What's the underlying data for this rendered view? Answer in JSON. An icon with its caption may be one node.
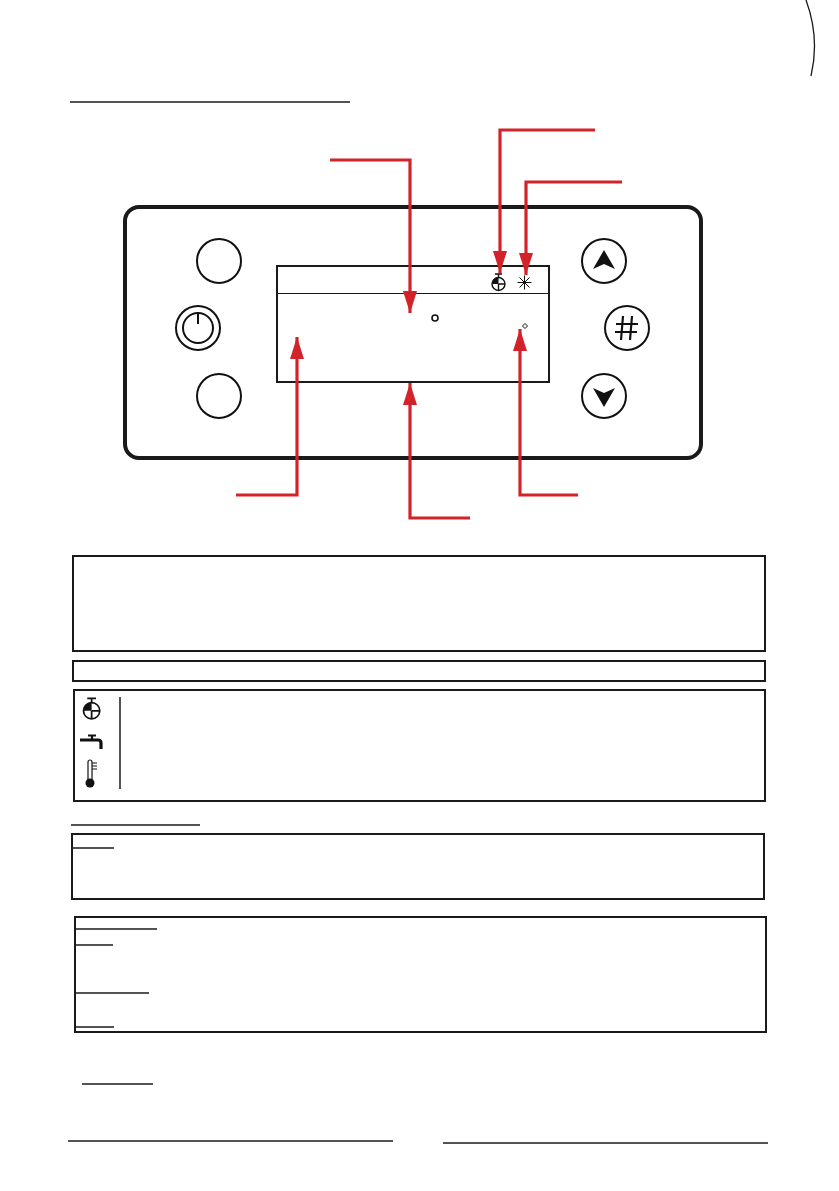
{
  "diagram": {
    "nodes": [
      {
        "text": [],
        "shape": "box"
      },
      {
        "text": [],
        "shape": "box",
        "in": 0
      },
      {
        "text": [],
        "shape": "picture",
        "in": 1
      },
      {
        "text": [],
        "shape": "picture",
        "in": 1
      },
      {
        "text": [],
        "shape": "circle",
        "in": 1
      },
      {
        "text": [],
        "shape": "diamond",
        "in": 1
      },
      {
        "text": [],
        "shape": "circle",
        "in": 0
      },
      {
        "text": [],
        "shape": "circle",
        "in": 0
      },
      {
        "text": [],
        "shape": "circle",
        "in": 0
      },
      {
        "text": [],
        "shape": "circle",
        "in": 0
      },
      {
        "text": [],
        "shape": "circle",
        "in": 0
      },
      {
        "text": [],
        "shape": "circle",
        "in": 0
      },
      {
        "text": [],
        "shape": "box"
      },
      {
        "text": [],
        "shape": "box"
      },
      {
        "text": [],
        "shape": "box"
      },
      {
        "text": [],
        "shape": "box"
      },
      {
        "text": [],
        "shape": "box"
      }
    ],
    "edges": [
      {
        "from": null,
        "to": 1,
        "arrow": "to"
      },
      {
        "from": null,
        "to": 2,
        "arrow": "to"
      },
      {
        "from": null,
        "to": 3,
        "arrow": "to"
      },
      {
        "from": null,
        "to": 1,
        "arrow": "to"
      },
      {
        "from": null,
        "to": 1,
        "arrow": "to"
      },
      {
        "from": null,
        "to": 5,
        "arrow": "to"
      }
    ]
  }
}
